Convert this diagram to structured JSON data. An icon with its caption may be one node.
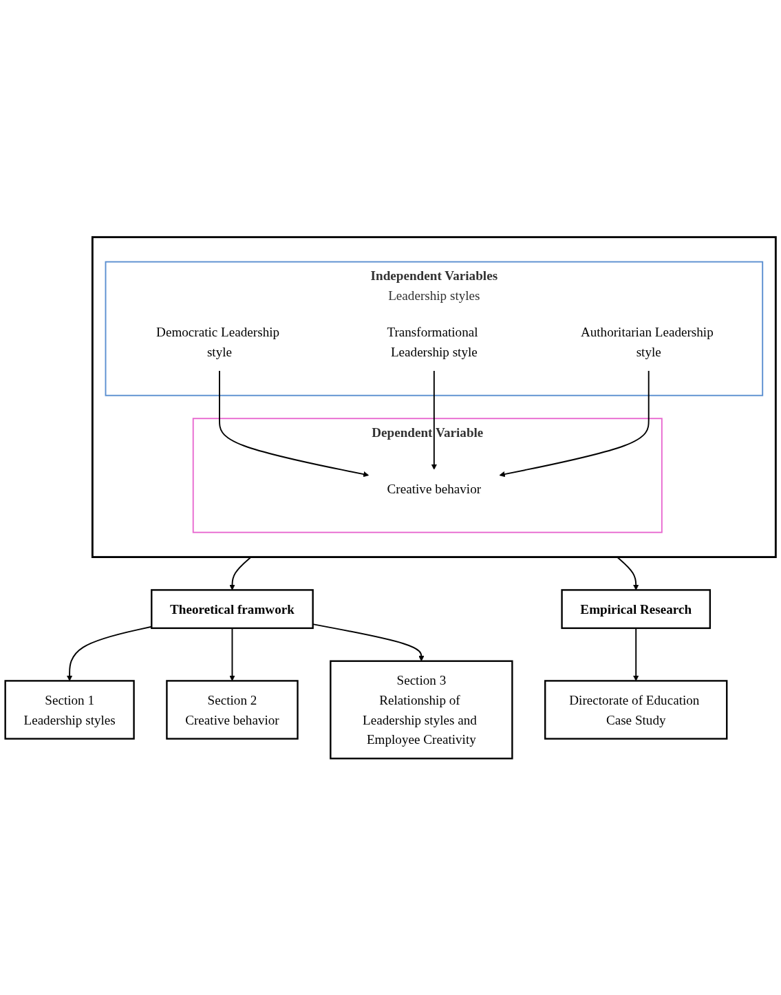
{
  "diagram": {
    "nodes": [
      {
        "text": [],
        "shape": "box"
      },
      {
        "text": [
          "Independent Variables",
          "Leadership styles"
        ],
        "in": 0
      },
      {
        "text": [
          "Democratic Leadership style"
        ],
        "in": 1
      },
      {
        "text": [
          "Transformational Leadership style"
        ],
        "in": 1
      },
      {
        "text": [
          "Authoritarian Leadership style"
        ],
        "in": 1
      },
      {
        "text": [
          "Dependent Variable"
        ],
        "in": 0
      },
      {
        "text": [
          "Creative behavior"
        ],
        "in": 5
      },
      {
        "text": [
          "Theoretical framwork"
        ]
      },
      {
        "text": [
          "Empirical Research"
        ]
      },
      {
        "text": [
          "Section 1",
          "Leadership styles"
        ]
      },
      {
        "text": [
          "Section 2",
          "Creative behavior"
        ]
      },
      {
        "text": [
          "Section 3",
          "Relationship of Leadership styles and Employee Creativity"
        ]
      },
      {
        "text": [
          "Directorate of Education Case Study"
        ]
      }
    ],
    "edges": [
      {
        "from": 2,
        "to": 6,
        "arrow": "to"
      },
      {
        "from": 3,
        "to": 6,
        "arrow": "to"
      },
      {
        "from": 4,
        "to": 6,
        "arrow": "to"
      },
      {
        "from": 0,
        "to": 7,
        "arrow": "to"
      },
      {
        "from": 0,
        "to": 8,
        "arrow": "to"
      },
      {
        "from": 7,
        "to": 9,
        "arrow": "to"
      },
      {
        "from": 7,
        "to": 10,
        "arrow": "to"
      },
      {
        "from": 7,
        "to": 11,
        "arrow": "to"
      },
      {
        "from": 8,
        "to": 12,
        "arrow": "to"
      }
    ]
  }
}
